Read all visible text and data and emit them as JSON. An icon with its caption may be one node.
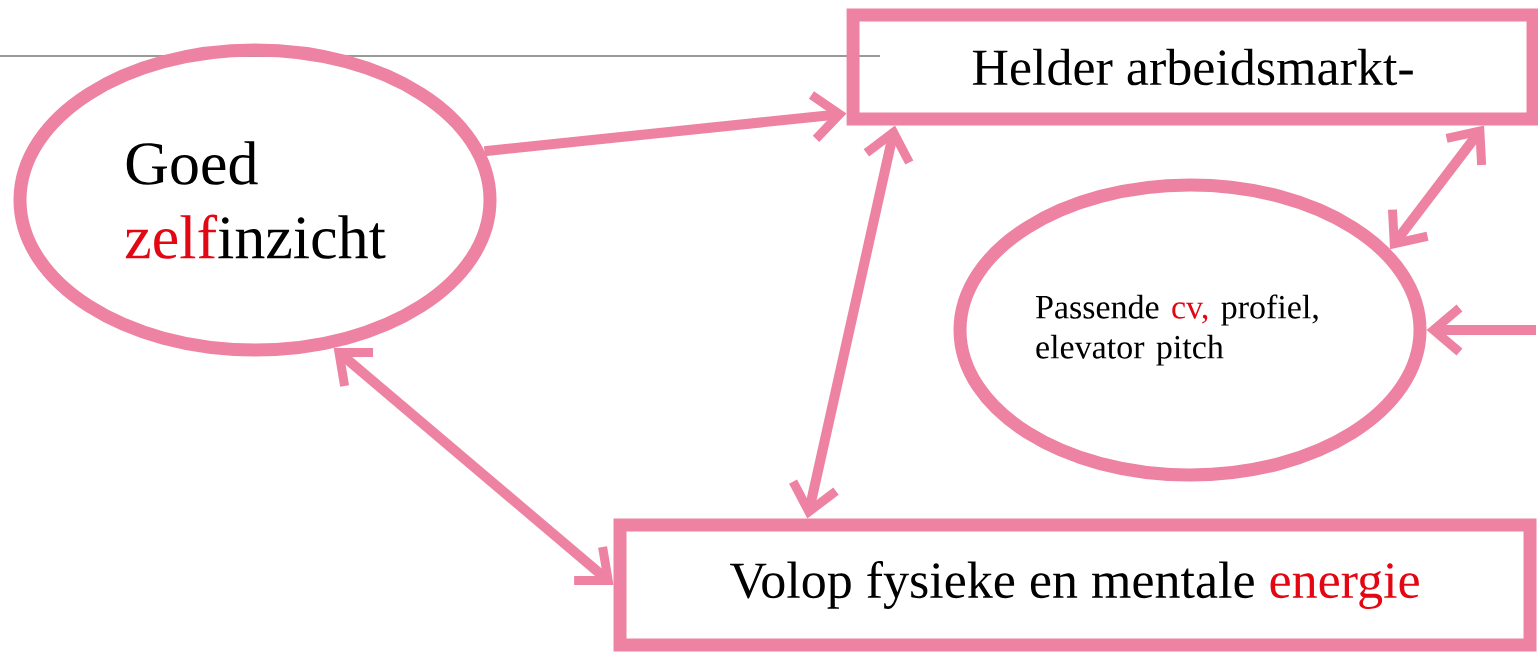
{
  "diagram": {
    "nodes": [
      {
        "text": [
          "Goed",
          "zelf",
          "inzicht"
        ]
      },
      {
        "text": [
          "Helder arbeidsmarkt-"
        ]
      },
      {
        "text": [
          "Passende",
          "cv,",
          "profiel, elevator pitch"
        ]
      },
      {
        "text": [
          "Volop fysieke en mentale",
          "energie"
        ]
      }
    ],
    "edges": [
      {
        "from": 0,
        "to": 1,
        "arrow": "to"
      },
      {
        "from": 1,
        "to": 3,
        "arrow": "both"
      },
      {
        "from": 0,
        "to": 3,
        "arrow": "both"
      },
      {
        "from": 1,
        "to": 2,
        "arrow": "both"
      },
      {
        "from": null,
        "to": 2,
        "arrow": "to"
      }
    ]
  }
}
